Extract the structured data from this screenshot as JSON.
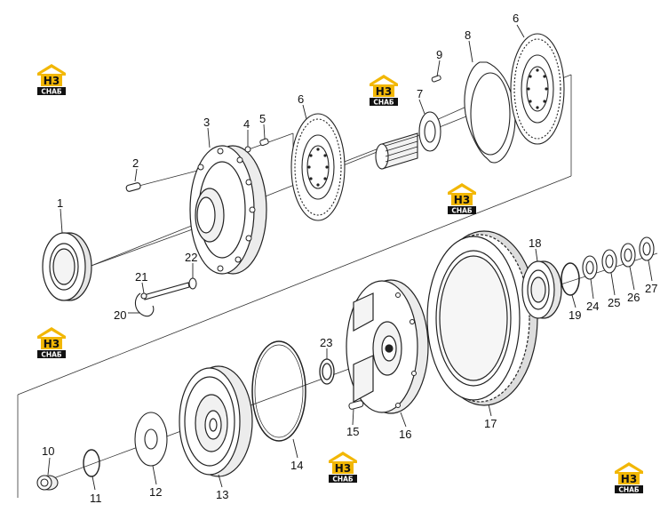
{
  "diagram": {
    "part_labels": [
      "1",
      "2",
      "3",
      "4",
      "5",
      "6",
      "7",
      "8",
      "9",
      "6",
      "10",
      "11",
      "12",
      "13",
      "14",
      "15",
      "16",
      "17",
      "18",
      "19",
      "20",
      "21",
      "22",
      "23",
      "24",
      "25",
      "26",
      "27"
    ]
  },
  "logo": {
    "mark": "H3",
    "text": "CHAБ"
  },
  "colors": {
    "logo_yellow": "#f2b705",
    "logo_black": "#111111",
    "line": "#222222"
  }
}
